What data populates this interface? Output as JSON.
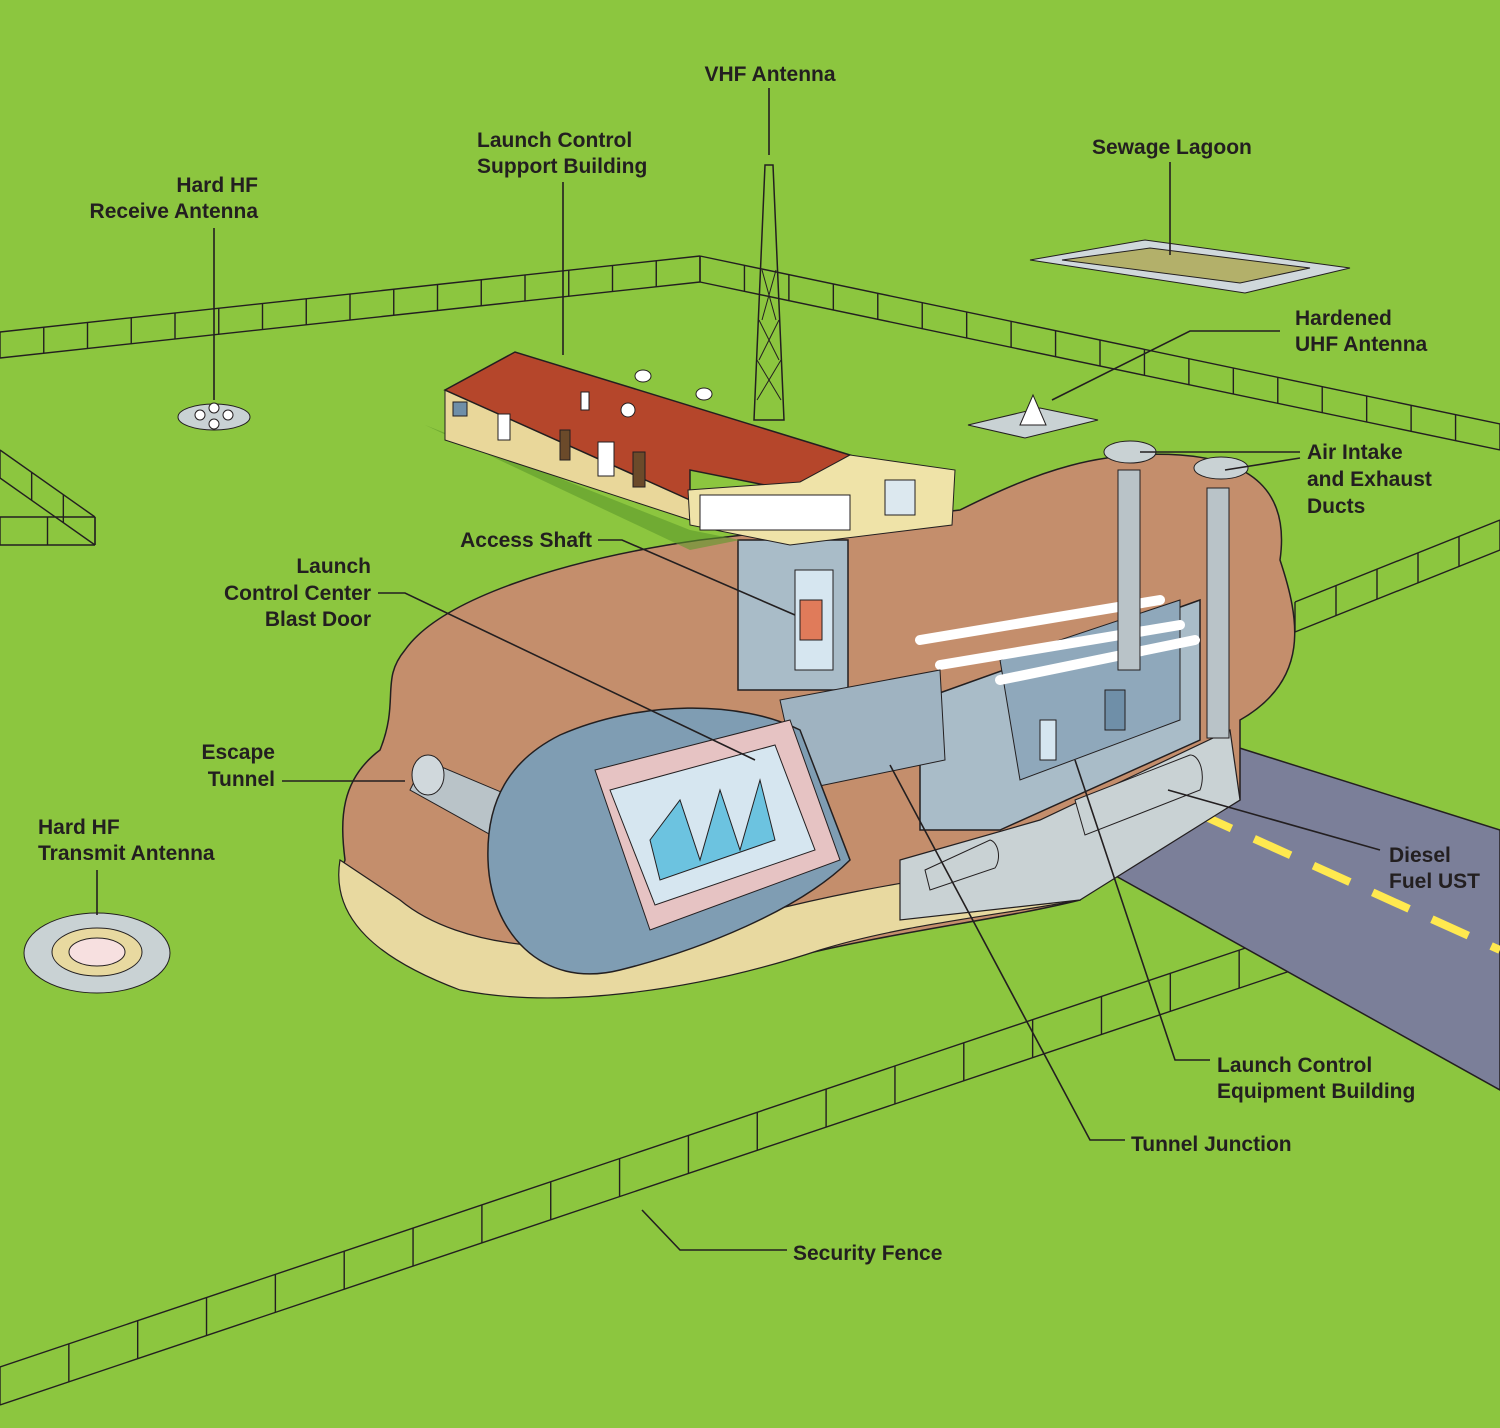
{
  "title": "Minuteman Launch Control Facility",
  "colors": {
    "grass": "#8cc63f",
    "soil": "#c48e6c",
    "sand": "#e8d9a0",
    "road": "#7b7f99",
    "roof": "#b5462b",
    "concrete": "#a9bcc8",
    "capsule": "#7f9db3"
  },
  "labels": {
    "vhf_antenna": [
      "VHF Antenna"
    ],
    "support_building": [
      "Launch Control",
      "Support Building"
    ],
    "receive_antenna": [
      "Hard HF",
      "Receive Antenna"
    ],
    "sewage_lagoon": [
      "Sewage Lagoon"
    ],
    "uhf_antenna": [
      "Hardened",
      "UHF Antenna"
    ],
    "air_ducts": [
      "Air Intake",
      "and Exhaust",
      "Ducts"
    ],
    "access_shaft": [
      "Access Shaft"
    ],
    "blast_door": [
      "Launch",
      "Control Center",
      "Blast Door"
    ],
    "escape_tunnel": [
      "Escape",
      "Tunnel"
    ],
    "transmit_antenna": [
      "Hard HF",
      "Transmit Antenna"
    ],
    "diesel_ust": [
      "Diesel",
      "Fuel UST"
    ],
    "equipment_building": [
      "Launch Control",
      "Equipment Building"
    ],
    "tunnel_junction": [
      "Tunnel Junction"
    ],
    "security_fence": [
      "Security Fence"
    ]
  }
}
